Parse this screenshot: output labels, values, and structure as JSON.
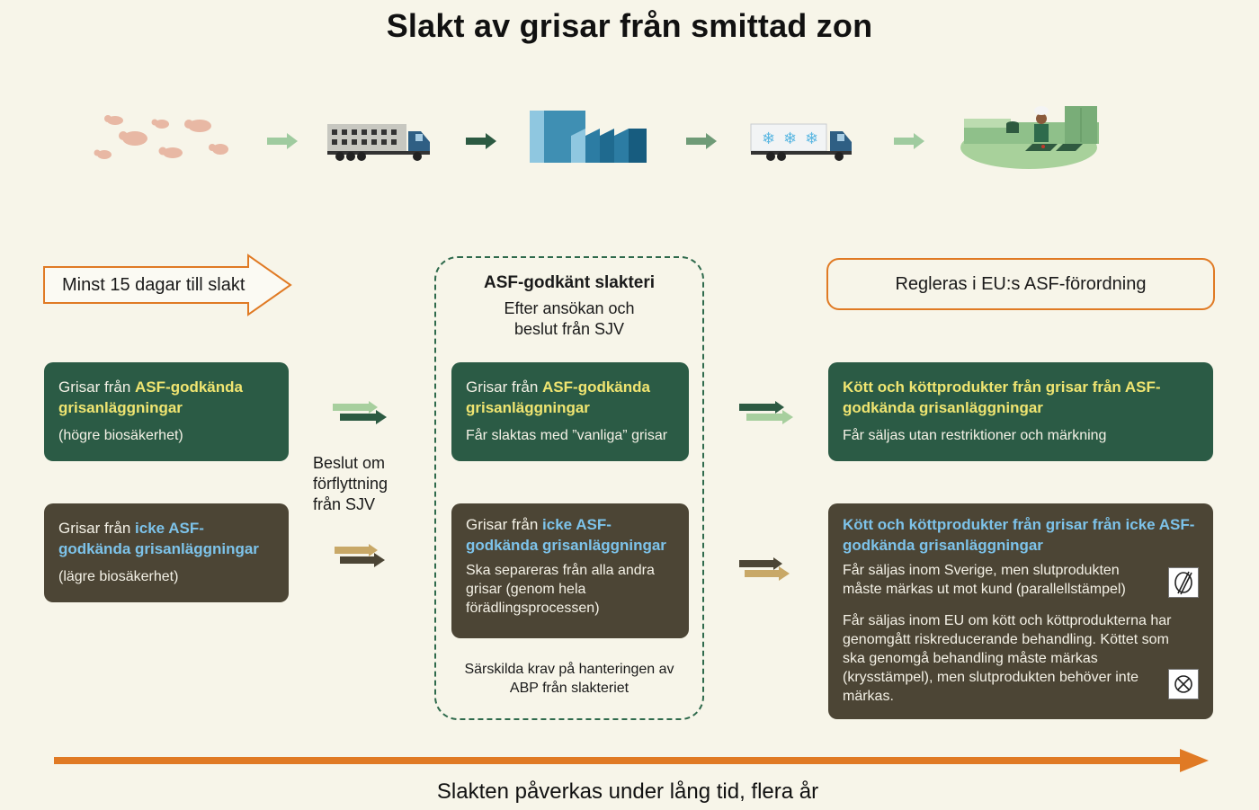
{
  "title": "Slakt av grisar från smittad zon",
  "icons": [
    "pigs-icon",
    "arrow-icon",
    "livestock-truck-icon",
    "arrow-icon",
    "slaughterhouse-icon",
    "arrow-icon",
    "refrigerated-truck-icon",
    "arrow-icon",
    "kitchen-icon"
  ],
  "timeline_label": "Minst 15 dagar till slakt",
  "left": {
    "green_box": {
      "prefix": "Grisar från ",
      "highlight": "ASF-godkända grisanläggningar",
      "sub": "(högre biosäkerhet)"
    },
    "brown_box": {
      "prefix": "Grisar från ",
      "highlight": "icke ASF-godkända grisanläggningar",
      "sub": "(lägre biosäkerhet)"
    }
  },
  "transfer_label": "Beslut om förflyttning från SJV",
  "middle": {
    "heading": "ASF-godkänt slakteri",
    "subheading": "Efter ansökan och beslut från SJV",
    "green_box": {
      "prefix": "Grisar från ",
      "highlight": "ASF-godkända grisanläggningar",
      "sub": "Får slaktas med ”vanliga” grisar"
    },
    "brown_box": {
      "prefix": "Grisar från ",
      "highlight": "icke ASF-godkända grisanläggningar",
      "sub": "Ska separeras från alla andra grisar (genom hela förädlingsprocessen)"
    },
    "footer": "Särskilda krav på hanteringen av ABP från slakteriet"
  },
  "right": {
    "header": "Regleras i EU:s ASF-förordning",
    "green_box": {
      "title": "Kött och köttprodukter från grisar från ASF-godkända grisanläggningar",
      "sub": "Får säljas utan restriktioner och märkning"
    },
    "brown_box": {
      "title": "Kött och köttprodukter från grisar från icke ASF-godkända grisanläggningar",
      "para1": "Får säljas inom Sverige, men slutprodukten måste märkas ut mot kund (parallellstämpel)",
      "para2": "Får säljas inom EU om kött och köttprodukterna har genomgått riskreducerande behandling. Köttet som ska genomgå behandling måste märkas (krysstämpel), men slutprodukten behöver inte märkas.",
      "stamp1": "parallel-stamp-icon",
      "stamp2": "cross-stamp-icon"
    }
  },
  "bottom_label": "Slakten påverkas under lång tid, flera år",
  "colors": {
    "background": "#f7f5e9",
    "dark_green": "#2b5b45",
    "dark_brown": "#4c4535",
    "orange": "#e07a24",
    "highlight_yellow": "#f0e571",
    "highlight_blue": "#7dc3ea"
  }
}
